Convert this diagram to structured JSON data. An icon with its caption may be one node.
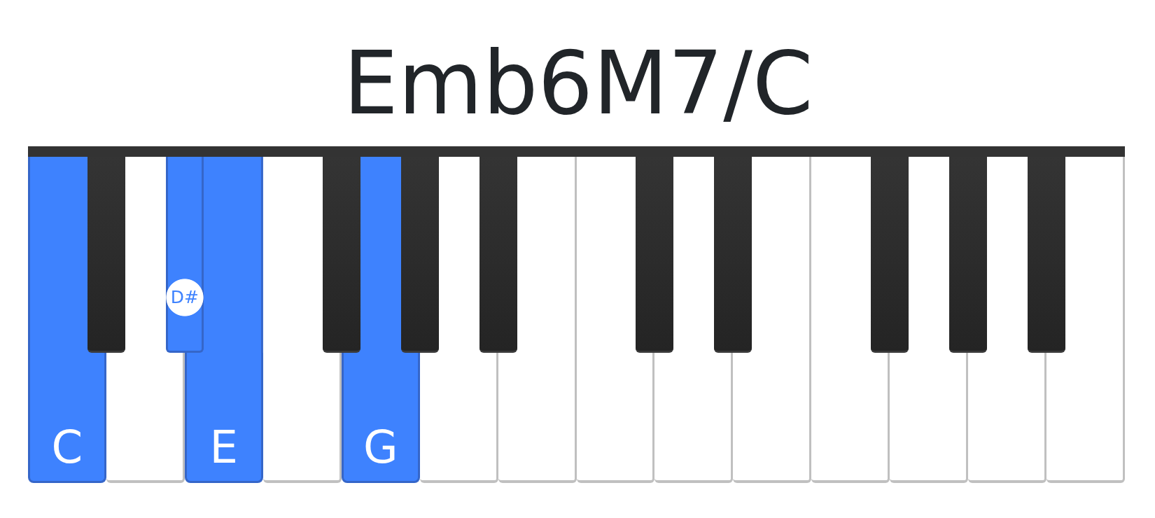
{
  "diagram": {
    "title": "Emb6M7/C",
    "nodes": [
      {
        "text": [],
        "shape": "box"
      },
      {
        "text": [
          "C"
        ],
        "in": 0
      },
      {
        "text": [],
        "shape": "box",
        "in": 0
      },
      {
        "text": [],
        "shape": "box",
        "in": 0
      },
      {
        "text": [
          "D#"
        ],
        "in": 0
      },
      {
        "text": [
          "E"
        ],
        "in": 0
      },
      {
        "text": [],
        "shape": "box",
        "in": 0
      },
      {
        "text": [],
        "shape": "box",
        "in": 0
      },
      {
        "text": [
          "G"
        ],
        "in": 0
      },
      {
        "text": [],
        "shape": "box",
        "in": 0
      },
      {
        "text": [],
        "shape": "box",
        "in": 0
      },
      {
        "text": [],
        "shape": "box",
        "in": 0
      },
      {
        "text": [],
        "shape": "box",
        "in": 0
      },
      {
        "text": [],
        "shape": "box",
        "in": 0
      },
      {
        "text": [],
        "shape": "box",
        "in": 0
      },
      {
        "text": [],
        "shape": "box",
        "in": 0
      },
      {
        "text": [],
        "shape": "box",
        "in": 0
      },
      {
        "text": [],
        "shape": "box",
        "in": 0
      },
      {
        "text": [],
        "shape": "box",
        "in": 0
      },
      {
        "text": [],
        "shape": "box",
        "in": 0
      },
      {
        "text": [],
        "shape": "box",
        "in": 0
      },
      {
        "text": [],
        "shape": "box",
        "in": 0
      },
      {
        "text": [],
        "shape": "box",
        "in": 0
      },
      {
        "text": [],
        "shape": "box",
        "in": 0
      },
      {
        "text": [],
        "shape": "box",
        "in": 0
      }
    ]
  }
}
